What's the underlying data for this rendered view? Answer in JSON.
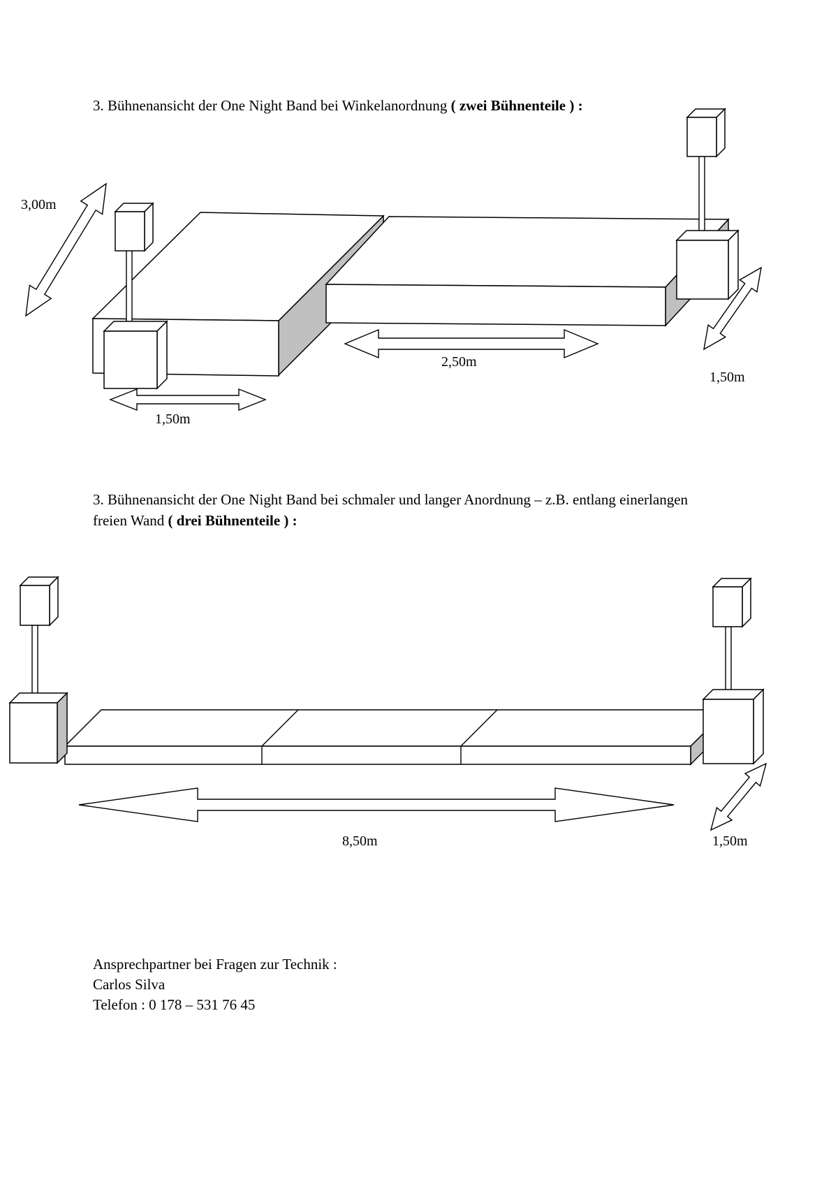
{
  "headings": {
    "h1_normal": "3. Bühnenansicht der One Night Band bei Winkelanordnung ",
    "h1_bold": "( zwei Bühnenteile ) :",
    "h2_line1": "3. Bühnenansicht der One Night Band bei schmaler und langer Anordnung – z.B. entlang einerlangen",
    "h2_line2_normal": "freien Wand ",
    "h2_line2_bold": "( drei Bühnenteile ) :"
  },
  "diagram1": {
    "label_depth_left": "3,00m",
    "label_width_right": "2,50m",
    "label_width_left": "1,50m",
    "label_depth_right": "1,50m"
  },
  "diagram2": {
    "label_length": "8,50m",
    "label_depth_right": "1,50m"
  },
  "contact": {
    "line1": "Ansprechpartner bei Fragen zur Technik :",
    "line2": "Carlos Silva",
    "line3": "Telefon :  0 178 – 531 76 45"
  }
}
